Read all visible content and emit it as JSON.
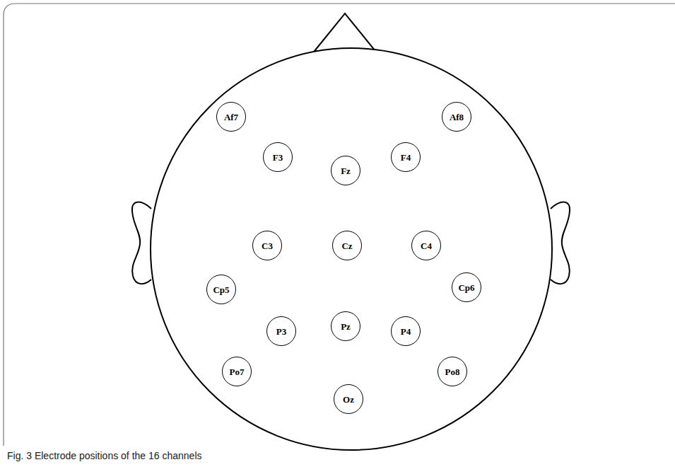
{
  "diagram": {
    "caption": "Fig. 3 Electrode positions of the 16 channels",
    "nodes": [
      {
        "text": [
          "Af7"
        ]
      },
      {
        "text": [
          "Af8"
        ]
      },
      {
        "text": [
          "F3"
        ]
      },
      {
        "text": [
          "Fz"
        ]
      },
      {
        "text": [
          "F4"
        ]
      },
      {
        "text": [
          "C3"
        ]
      },
      {
        "text": [
          "Cz"
        ]
      },
      {
        "text": [
          "C4"
        ]
      },
      {
        "text": [
          "Cp5"
        ]
      },
      {
        "text": [
          "Cp6"
        ]
      },
      {
        "text": [
          "P3"
        ]
      },
      {
        "text": [
          "Pz"
        ]
      },
      {
        "text": [
          "P4"
        ]
      },
      {
        "text": [
          "Po7"
        ]
      },
      {
        "text": [
          "Po8"
        ]
      },
      {
        "text": [
          "Oz"
        ]
      }
    ]
  }
}
